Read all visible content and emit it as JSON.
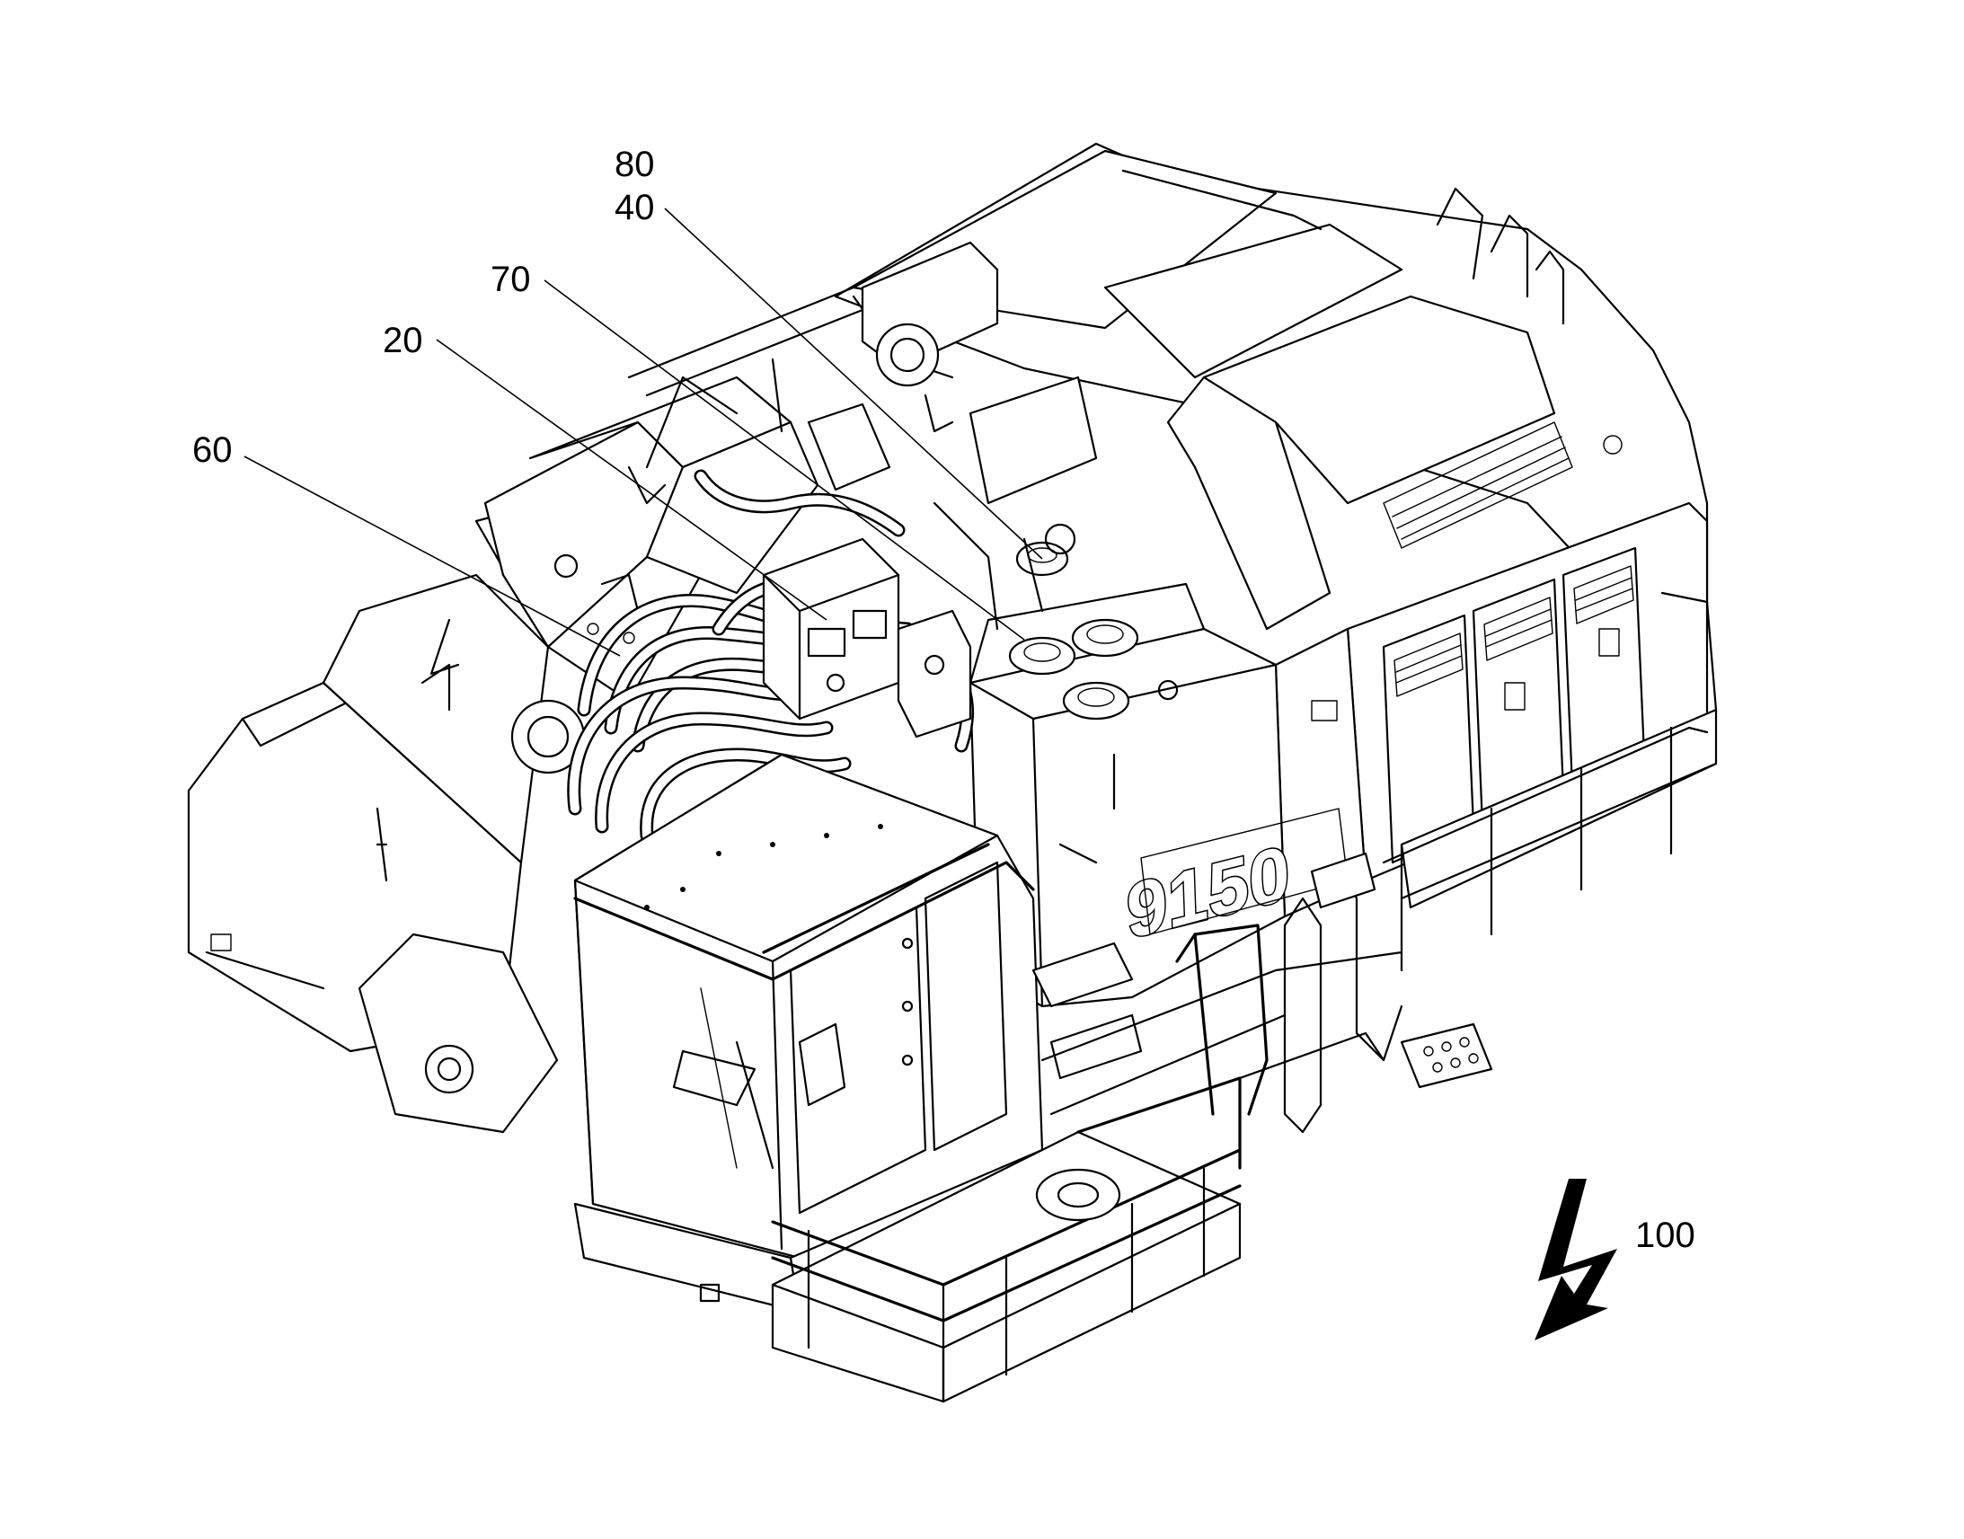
{
  "reference_labels": {
    "r80": "80",
    "r40": "40",
    "r70": "70",
    "r20": "20",
    "r60": "60",
    "r100": "100"
  },
  "machine_marking": {
    "model_number": "9150"
  },
  "icons": {
    "view_direction": "lightning-bolt-arrow-icon"
  },
  "colors": {
    "line": "#000000",
    "background": "#ffffff"
  }
}
